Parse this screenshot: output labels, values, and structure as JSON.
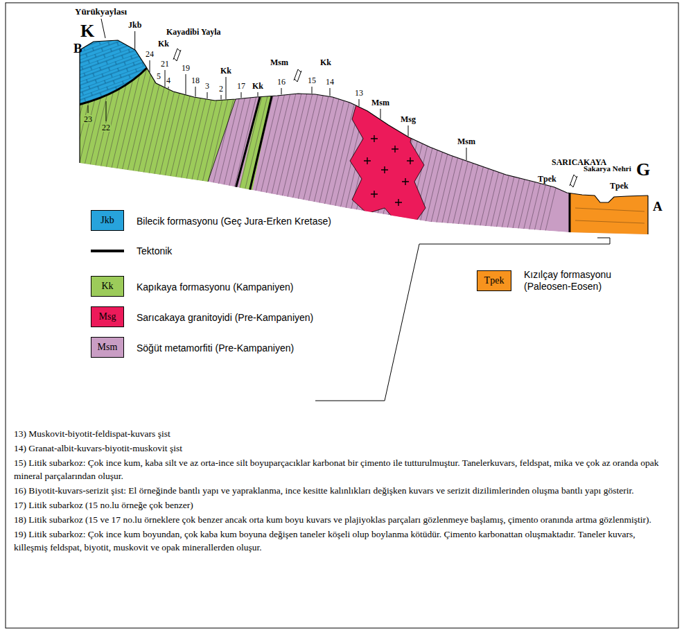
{
  "diagram": {
    "labels": [
      "Yürükyaylası",
      "K",
      "B",
      "Jkb",
      "Kayadibi Yayla",
      "24",
      "Kk",
      "21",
      "5",
      "4",
      "19",
      "18",
      "3",
      "2",
      "Kk",
      "17",
      "Kk",
      "Msm",
      "16",
      "15",
      "Kk",
      "14",
      "13",
      "Msm",
      "Msg",
      "Msm",
      "SARICAKAYA",
      "Tpek",
      "Sakarya Nehri",
      "Tpek",
      "G",
      "A",
      "23",
      "22",
      "Jkb",
      "Kk",
      "Msg",
      "Msm",
      "Tpek",
      "13) Muskovit-biyotit-feldispat-kuvars şist",
      "14) Granat-albit-kuvars-biyotit-muskovit şist",
      "15) Litik subarkoz: Çok ince kum, kaba silt ve az orta-ince silt boyuparçacıklar karbonat bir çimento ile tutturulmuştur. Tanelerkuvars, feldspat, mika ve çok az oranda opak mineral parçalarından oluşur.",
      "16) Biyotit-kuvars-serizit şist: El örneğinde bantlı yapı ve yapraklanma, ince kesitte kalınlıkları değişken kuvars ve serizit dizilimlerinden oluşma bantlı yapı gösterir.",
      "17) Litik subarkoz (15 no.lu örneğe çok benzer)",
      "18) Litik subarkoz (15 ve 17 no.lu örneklere çok benzer ancak orta kum boyu kuvars ve plajiyoklas parçaları gözlenmeye başlamış, çimento oranında artma gözlenmiştir).",
      "19) Litik subarkoz: Çok ince kum boyundan, çok kaba kum boyuna değişen taneler köşeli olup boylanma kötüdür. Çimento karbonattan oluşmaktadır. Taneler kuvars, killeşmiş feldspat, biyotit, muskovit ve opak minerallerden oluşur."
    ],
    "legend": [
      {
        "text": "Bilecik formasyonu (Geç Jura-Erken Kretase)",
        "color": "#27a3dc"
      },
      {
        "text": "Tektonik"
      },
      {
        "text": "Kapıkaya formasyonu (Kampaniyen)",
        "color": "#9ccb5a"
      },
      {
        "text": "Sarıcakaya granitoyidi (Pre-Kampaniyen)",
        "color": "#ec1a5a"
      },
      {
        "text": "Söğüt metamorfiti (Pre-Kampaniyen)",
        "color": "#c99dc4"
      },
      {
        "text": "Kızılçay formasyonu (Paleosen-Eosen)",
        "color": "#f7931e"
      }
    ]
  }
}
